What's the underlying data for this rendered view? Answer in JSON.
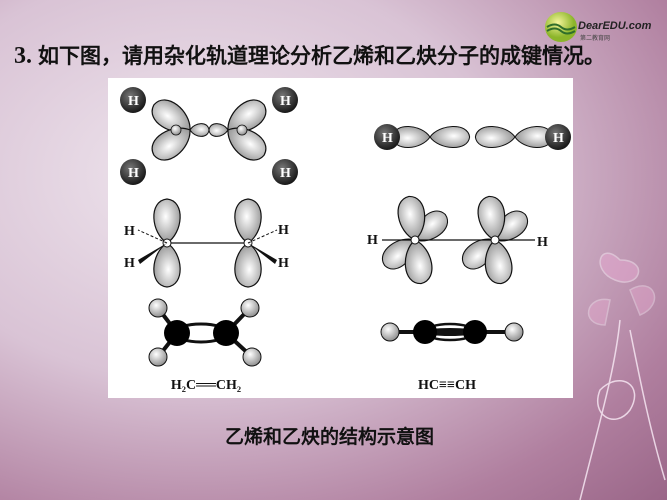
{
  "header": {
    "number": "3.",
    "question": "如下图，请用杂化轨道理论分析乙烯和乙炔分子的成键情况。"
  },
  "logo": {
    "text": "DearEDU.com",
    "subtext": "第二教育网"
  },
  "figure": {
    "atom_label": "H",
    "ethylene_formula": "H₂C══CH₂",
    "acetylene_formula": "HC≡≡CH",
    "caption": "乙烯和乙炔的结构示意图"
  },
  "colors": {
    "background": "#c9a3bf",
    "figure_bg": "#ffffff",
    "orbital": "#bdbdbd",
    "carbon": "#000000"
  }
}
